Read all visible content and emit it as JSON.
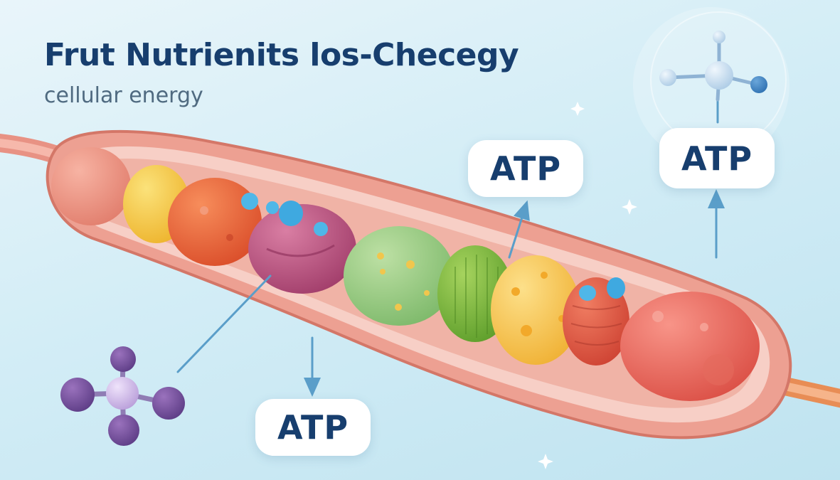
{
  "header": {
    "title": "Frut Nutrienits los-Checegy",
    "subtitle": "cellular energy"
  },
  "labels": {
    "atp_1": "ATP",
    "atp_2": "ATP",
    "atp_3": "ATP"
  },
  "colors": {
    "title": "#173e6e",
    "subtitle": "#4f6a80",
    "arrow": "#5a9ec9",
    "intestine_wall": "#eea297",
    "background": "#d3edf6"
  }
}
